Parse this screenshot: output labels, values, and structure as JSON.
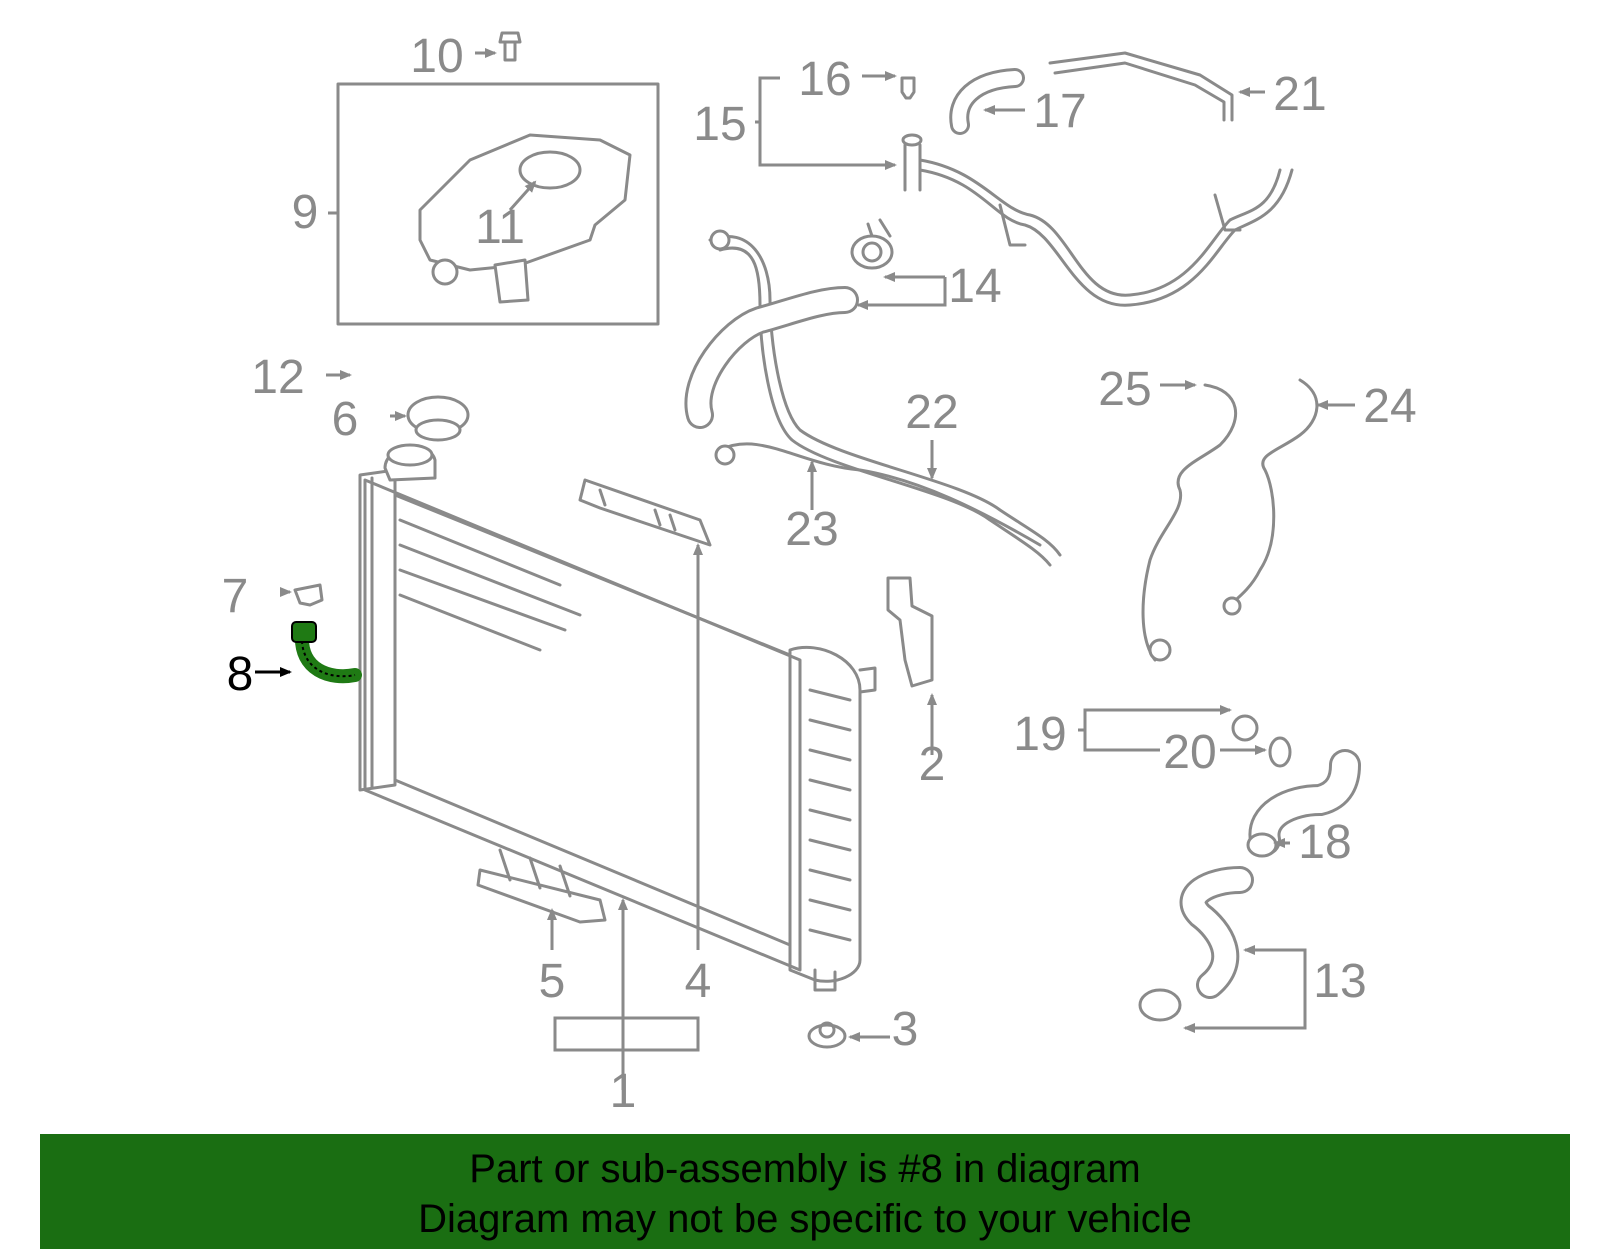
{
  "labels": {
    "p1": "1",
    "p2": "2",
    "p3": "3",
    "p4": "4",
    "p5": "5",
    "p6": "6",
    "p7": "7",
    "p8": "8",
    "p9": "9",
    "p10": "10",
    "p11": "11",
    "p12": "12",
    "p13": "13",
    "p14": "14",
    "p15": "15",
    "p16": "16",
    "p17": "17",
    "p18": "18",
    "p19": "19",
    "p20": "20",
    "p21": "21",
    "p22": "22",
    "p23": "23",
    "p24": "24",
    "p25": "25"
  },
  "highlighted_part": "8",
  "colors": {
    "line": "#8a8a8a",
    "highlight_part": "#1f7a14",
    "banner": "#1a6e12"
  },
  "banner": {
    "line1": "Part or sub-assembly is #8 in diagram",
    "line2": "Diagram may not be specific to your vehicle"
  }
}
